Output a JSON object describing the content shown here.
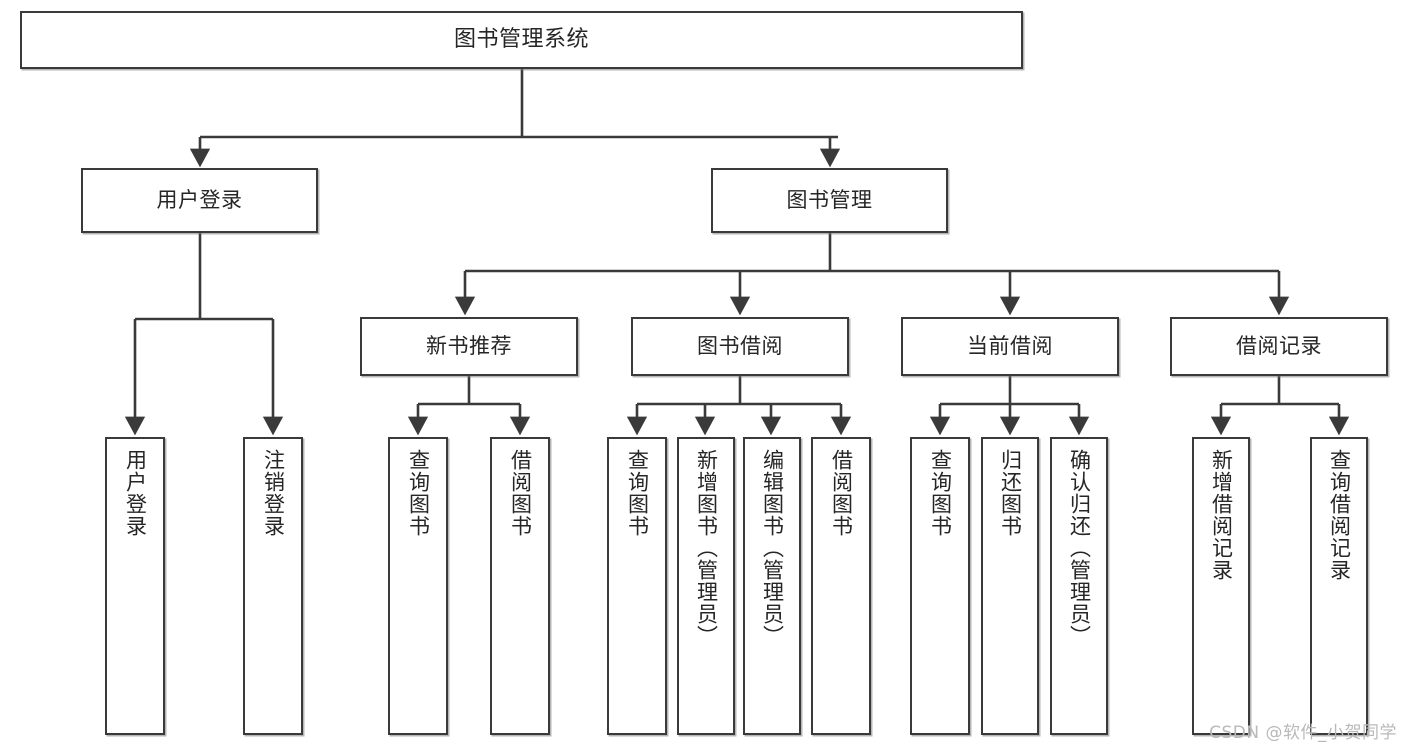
{
  "diagram": {
    "title": "图书管理系统",
    "watermark": "CSDN @软件_小贺同学",
    "line_color": "#3a3a3a",
    "box_fill": "#ffffff",
    "text_color": "#262626"
  },
  "nodes": {
    "root": {
      "label": "图书管理系统"
    },
    "level2": [
      {
        "label": "用户登录"
      },
      {
        "label": "图书管理"
      }
    ],
    "level3": [
      {
        "label": "新书推荐"
      },
      {
        "label": "图书借阅"
      },
      {
        "label": "当前借阅"
      },
      {
        "label": "借阅记录"
      }
    ],
    "leaves": {
      "user_login": [
        {
          "label": "用户登录"
        },
        {
          "label": "注销登录"
        }
      ],
      "new_book_recommend": [
        {
          "label": "查询图书"
        },
        {
          "label": "借阅图书"
        }
      ],
      "book_borrow": [
        {
          "label": "查询图书"
        },
        {
          "label": "新增图书（管理员）"
        },
        {
          "label": "编辑图书（管理员）"
        },
        {
          "label": "借阅图书"
        }
      ],
      "current_borrow": [
        {
          "label": "查询图书"
        },
        {
          "label": "归还图书"
        },
        {
          "label": "确认归还（管理员）"
        }
      ],
      "borrow_record": [
        {
          "label": "新增借阅记录"
        },
        {
          "label": "查询借阅记录"
        }
      ]
    }
  },
  "chart_data": {
    "type": "tree",
    "title": "图书管理系统",
    "root": "图书管理系统",
    "edges": [
      [
        "图书管理系统",
        "用户登录"
      ],
      [
        "图书管理系统",
        "图书管理"
      ],
      [
        "用户登录",
        "用户登录"
      ],
      [
        "用户登录",
        "注销登录"
      ],
      [
        "图书管理",
        "新书推荐"
      ],
      [
        "图书管理",
        "图书借阅"
      ],
      [
        "图书管理",
        "当前借阅"
      ],
      [
        "图书管理",
        "借阅记录"
      ],
      [
        "新书推荐",
        "查询图书"
      ],
      [
        "新书推荐",
        "借阅图书"
      ],
      [
        "图书借阅",
        "查询图书"
      ],
      [
        "图书借阅",
        "新增图书（管理员）"
      ],
      [
        "图书借阅",
        "编辑图书（管理员）"
      ],
      [
        "图书借阅",
        "借阅图书"
      ],
      [
        "当前借阅",
        "查询图书"
      ],
      [
        "当前借阅",
        "归还图书"
      ],
      [
        "当前借阅",
        "确认归还（管理员）"
      ],
      [
        "借阅记录",
        "新增借阅记录"
      ],
      [
        "借阅记录",
        "查询借阅记录"
      ]
    ]
  }
}
